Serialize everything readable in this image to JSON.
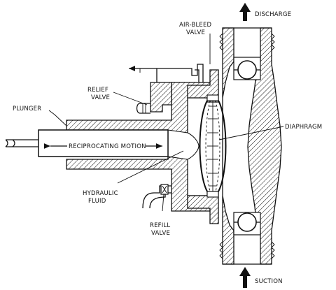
{
  "labels": {
    "discharge": "DISCHARGE",
    "air_bleed_line1": "AIR-BLEED",
    "air_bleed_line2": "VALVE",
    "relief_line1": "RELIEF",
    "relief_line2": "VALVE",
    "plunger": "PLUNGER",
    "diaphragm": "DIAPHRAGM",
    "motion": "RECIPROCATING MOTION",
    "hydraulic_line1": "HYDRAULIC",
    "hydraulic_line2": "FLUID",
    "refill_line1": "REFILL",
    "refill_line2": "VALVE",
    "suction": "SUCTION"
  }
}
